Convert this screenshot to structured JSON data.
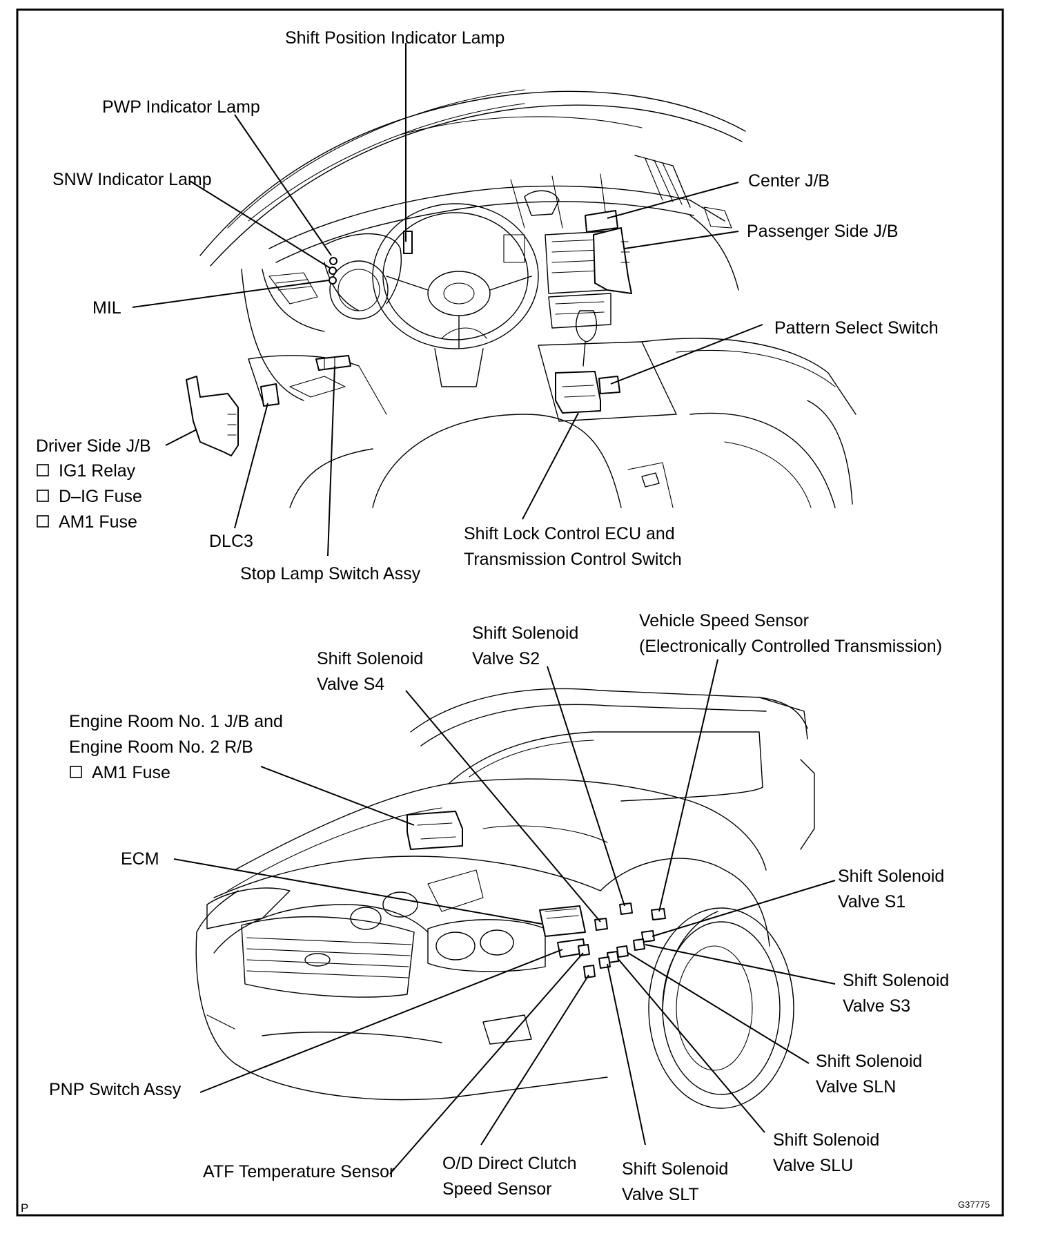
{
  "labels": {
    "shift_position_indicator_lamp": "Shift Position Indicator Lamp",
    "pwp_indicator_lamp": "PWP Indicator Lamp",
    "snw_indicator_lamp": "SNW Indicator Lamp",
    "mil": "MIL",
    "center_jb": "Center J/B",
    "passenger_side_jb": "Passenger Side J/B",
    "pattern_select_switch": "Pattern Select Switch",
    "driver_side_jb": "Driver Side J/B",
    "driver_side_jb_items": [
      "IG1 Relay",
      "D–IG Fuse",
      "AM1 Fuse"
    ],
    "dlc3": "DLC3",
    "stop_lamp_switch_assy": "Stop Lamp Switch Assy",
    "shift_lock_ecu_line1": "Shift Lock Control ECU and",
    "shift_lock_ecu_line2": "Transmission Control Switch",
    "shift_solenoid_s2": [
      "Shift Solenoid",
      "Valve S2"
    ],
    "vehicle_speed_sensor": [
      "Vehicle Speed Sensor",
      "(Electronically Controlled Transmission)"
    ],
    "shift_solenoid_s4": [
      "Shift Solenoid",
      "Valve S4"
    ],
    "engine_room_jb": [
      "Engine Room No. 1 J/B and",
      "Engine Room No. 2 R/B"
    ],
    "engine_room_jb_item": "AM1 Fuse",
    "ecm": "ECM",
    "shift_solenoid_s1": [
      "Shift Solenoid",
      "Valve S1"
    ],
    "shift_solenoid_s3": [
      "Shift Solenoid",
      "Valve S3"
    ],
    "shift_solenoid_sln": [
      "Shift Solenoid",
      "Valve SLN"
    ],
    "shift_solenoid_slu": [
      "Shift Solenoid",
      "Valve SLU"
    ],
    "pnp_switch_assy": "PNP Switch Assy",
    "atf_temperature_sensor": "ATF Temperature Sensor",
    "od_direct_clutch_speed_sensor": [
      "O/D Direct Clutch",
      "Speed Sensor"
    ],
    "shift_solenoid_slt": [
      "Shift Solenoid",
      "Valve SLT"
    ]
  },
  "corner_marks": {
    "page_letter": "P",
    "figure_code": "G37775"
  }
}
